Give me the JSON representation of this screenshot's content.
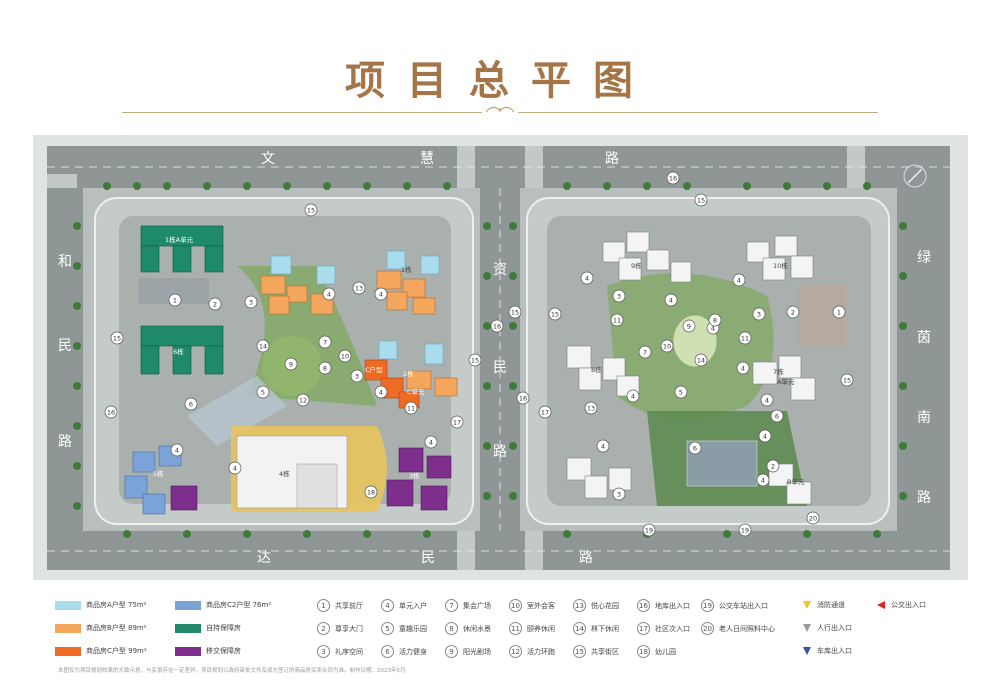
{
  "title": "项目总平图",
  "roads": {
    "north": [
      "文",
      "慧",
      "路"
    ],
    "south": [
      "达",
      "民",
      "路"
    ],
    "west": [
      "和",
      "民",
      "路"
    ],
    "middle": [
      "资",
      "民",
      "路"
    ],
    "east": [
      "绿",
      "茵",
      "南",
      "路"
    ]
  },
  "buildings": [
    {
      "label": "1栋A单元"
    },
    {
      "label": "6栋"
    },
    {
      "label": "5栋"
    },
    {
      "label": "4栋"
    },
    {
      "label": "3栋"
    },
    {
      "label": "2栋"
    },
    {
      "label": "1栋"
    },
    {
      "label": "9栋"
    },
    {
      "label": "10栋"
    },
    {
      "label": "8栋"
    },
    {
      "label": "7栋"
    },
    {
      "label": "A单元"
    },
    {
      "label": "B单元"
    },
    {
      "label": "C单元"
    },
    {
      "label": "C户型"
    }
  ],
  "colors": {
    "typeA": "#a9dcec",
    "typeC2": "#7ba3d8",
    "typeB": "#f3a65c",
    "selfHeld": "#1f8a6a",
    "typeC": "#ef6a23",
    "transfer": "#7e2e8c",
    "title": "#a57548",
    "fire": "#f5c518",
    "bus": "#e2241f",
    "walk": "#666666",
    "garage": "#2d56a8"
  },
  "legend_types": [
    {
      "label": "商品房A户型  75m²"
    },
    {
      "label": "商品房C2户型  76m²"
    },
    {
      "label": "商品房B户型  89m²"
    },
    {
      "label": "自持保障房"
    },
    {
      "label": "商品房C户型  99m²"
    },
    {
      "label": "移交保障房"
    }
  ],
  "legend_facilities": [
    {
      "n": "1",
      "label": "共享前厅"
    },
    {
      "n": "2",
      "label": "尊享大门"
    },
    {
      "n": "3",
      "label": "礼序空间"
    },
    {
      "n": "4",
      "label": "单元入户"
    },
    {
      "n": "5",
      "label": "童趣乐园"
    },
    {
      "n": "6",
      "label": "活力健身"
    },
    {
      "n": "7",
      "label": "集会广场"
    },
    {
      "n": "8",
      "label": "休闲水景"
    },
    {
      "n": "9",
      "label": "阳光剧场"
    },
    {
      "n": "10",
      "label": "室外会客"
    },
    {
      "n": "11",
      "label": "颐养休闲"
    },
    {
      "n": "12",
      "label": "活力环跑"
    },
    {
      "n": "13",
      "label": "悦心花园"
    },
    {
      "n": "14",
      "label": "林下休闲"
    },
    {
      "n": "15",
      "label": "共享街区"
    },
    {
      "n": "16",
      "label": "地库出入口"
    },
    {
      "n": "17",
      "label": "社区次入口"
    },
    {
      "n": "18",
      "label": "幼儿园"
    },
    {
      "n": "19",
      "label": "公交车站出入口"
    },
    {
      "n": "20",
      "label": "老人日间照料中心"
    }
  ],
  "legend_access": [
    {
      "label": "消防通道"
    },
    {
      "label": "人行出入口"
    },
    {
      "label": "车库出入口"
    },
    {
      "label": "公交出入口"
    }
  ],
  "footnote": "本图仅为项目规划效果的大致示意，与实景存在一定差异，项目规划以政府审批文件及双方签订的商品房买卖合同为准。制作日期：2023年5月"
}
